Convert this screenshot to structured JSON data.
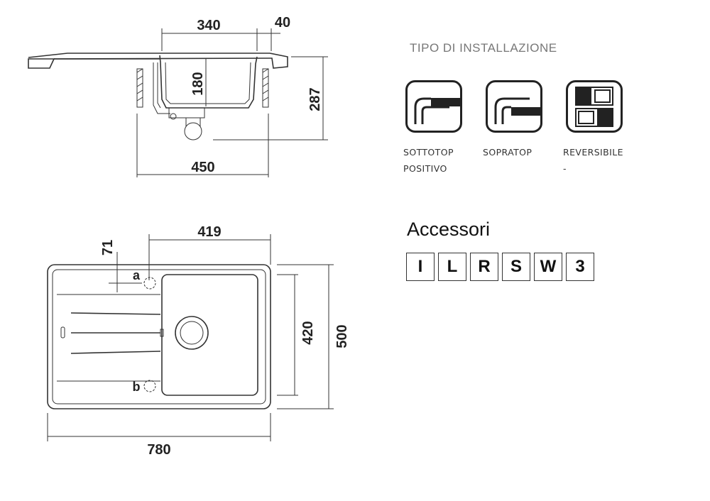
{
  "dimensions": {
    "bowl_width": "340",
    "rim_offset": "40",
    "bowl_depth": "180",
    "overall_height": "287",
    "cabinet_width": "450",
    "bowl_length": "419",
    "hole_offset": "71",
    "bowl_height": "420",
    "overall_depth": "500",
    "overall_width": "780"
  },
  "tap_holes": {
    "a": "a",
    "b": "b"
  },
  "installation": {
    "title": "TIPO DI INSTALLAZIONE",
    "types": [
      {
        "icon": "undermount-sink-icon",
        "label": "SOTTOTOP",
        "sub": "POSITIVO"
      },
      {
        "icon": "topmount-sink-icon",
        "label": "SOPRATOP",
        "sub": ""
      },
      {
        "icon": "reversible-sink-icon",
        "label": "REVERSIBILE",
        "sub": "-"
      }
    ]
  },
  "accessories": {
    "title": "Accessori",
    "codes": [
      "I",
      "L",
      "R",
      "S",
      "W",
      "3"
    ]
  }
}
